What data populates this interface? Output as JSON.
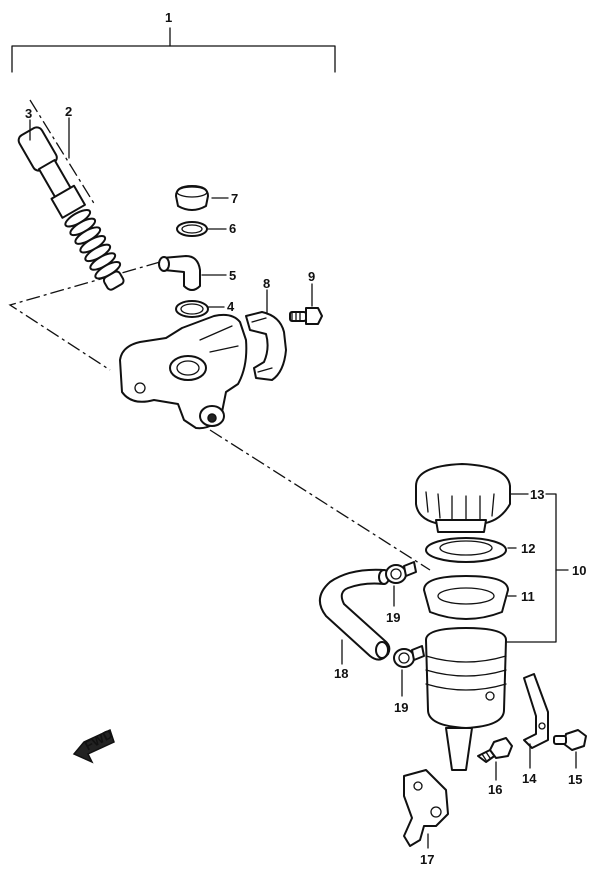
{
  "callouts": {
    "c1": "1",
    "c2": "2",
    "c3": "3",
    "c4": "4",
    "c5": "5",
    "c6": "6",
    "c7": "7",
    "c8": "8",
    "c9": "9",
    "c10": "10",
    "c11": "11",
    "c12": "12",
    "c13": "13",
    "c14": "14",
    "c15": "15",
    "c16": "16",
    "c17": "17",
    "c18": "18",
    "c19a": "19",
    "c19b": "19"
  },
  "direction_marker": {
    "label": "FWD",
    "icon": "forward-arrow-icon"
  },
  "line_color": "#111111",
  "background_color": "#ffffff"
}
